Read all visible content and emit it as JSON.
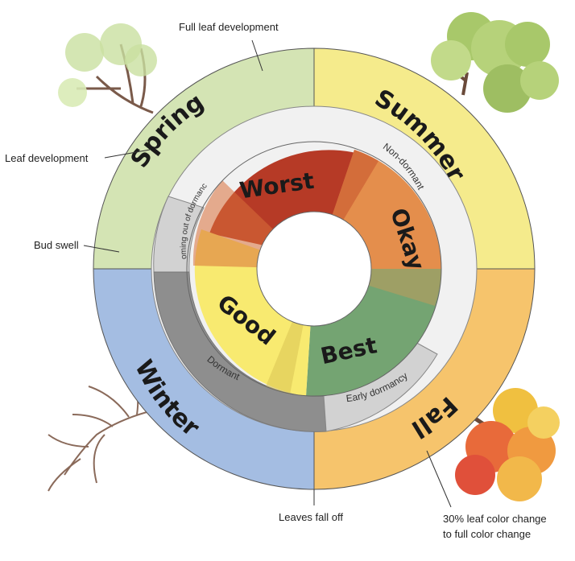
{
  "seasons": {
    "spring": "Spring",
    "summer": "Summer",
    "fall": "Fall",
    "winter": "Winter"
  },
  "dormancy": {
    "non_dormant": "Non-dormant",
    "coming_out": "Coming out of dormancy",
    "early": "Early dormancy",
    "dormant": "Dormant"
  },
  "ratings": {
    "worst": "Worst",
    "okay": "Okay",
    "best": "Best",
    "good": "Good"
  },
  "callouts": {
    "full_leaf": "Full leaf development",
    "leaf_dev": "Leaf development",
    "bud_swell": "Bud swell",
    "leaves_fall": "Leaves fall off",
    "color_change_1": "30% leaf color change",
    "color_change_2": "to full color change"
  },
  "colors": {
    "spring": "#d4e4b4",
    "summer": "#f5eb8c",
    "fall": "#f6c46c",
    "winter": "#a4bde2",
    "non_dormant": "#f1f1f1",
    "transition": "#d2d2d2",
    "dormant": "#8e8e8e",
    "worst": "#b63a26",
    "okay": "#e48e4c",
    "best": "#74a472",
    "good": "#f8ea70"
  }
}
